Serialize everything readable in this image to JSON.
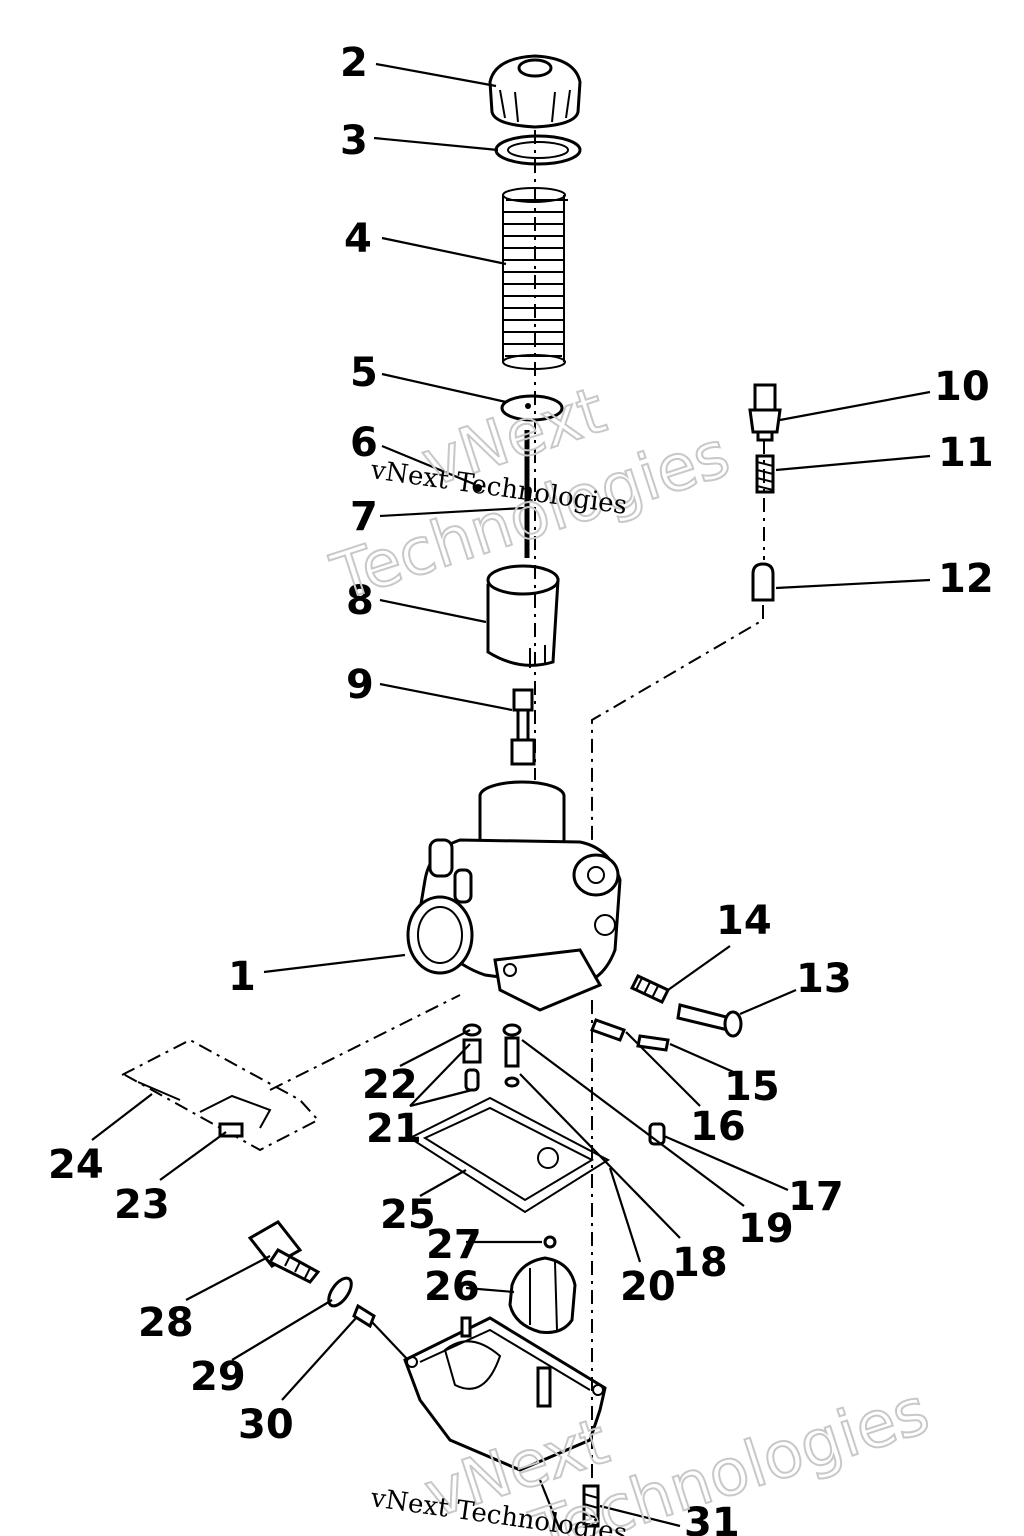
{
  "callouts": [
    "1",
    "2",
    "3",
    "4",
    "5",
    "6",
    "7",
    "8",
    "9",
    "10",
    "11",
    "12",
    "13",
    "14",
    "15",
    "16",
    "17",
    "18",
    "19",
    "20",
    "21",
    "22",
    "23",
    "24",
    "25",
    "26",
    "27",
    "28",
    "29",
    "30",
    "31"
  ],
  "watermark": {
    "brand": "vNext",
    "brand2": "Technologies",
    "full": "vNext Technologies"
  }
}
